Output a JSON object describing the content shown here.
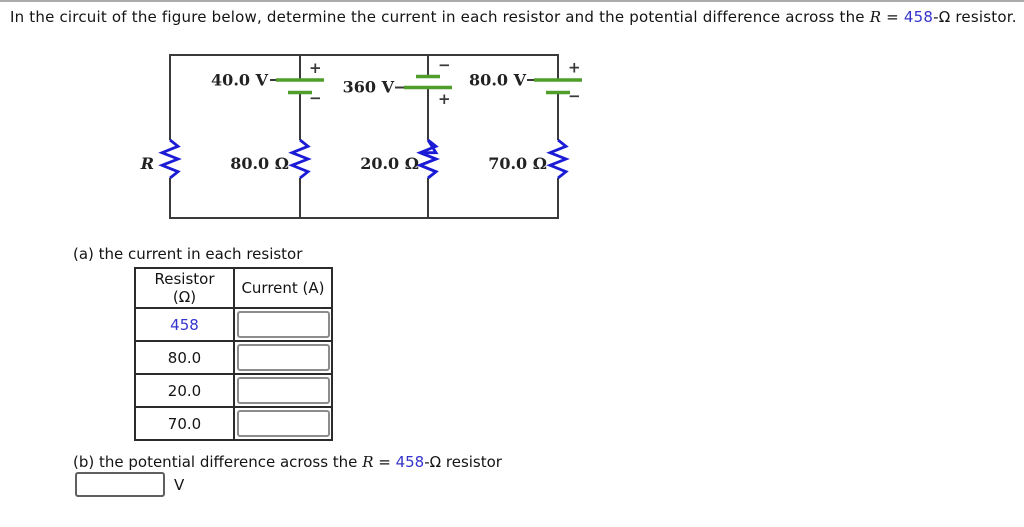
{
  "title": {
    "prefix": "In the circuit of the figure below, determine the current in each resistor and the potential difference across the ",
    "variable": "R",
    "equals": " = ",
    "resistance_value": "458",
    "suffix": "-Ω resistor."
  },
  "circuit": {
    "left_resistor_label": "R",
    "batteries": [
      {
        "label": "40.0 V",
        "top_sign": "+",
        "bottom_sign": "−"
      },
      {
        "label": "360 V",
        "top_sign": "−",
        "bottom_sign": "+"
      },
      {
        "label": "80.0 V",
        "top_sign": "+",
        "bottom_sign": "−"
      }
    ],
    "resistors": [
      {
        "label": "80.0 Ω"
      },
      {
        "label": "20.0 Ω"
      },
      {
        "label": "70.0 Ω"
      }
    ],
    "colors": {
      "wire": "#3a3a3a",
      "battery_plate": "#4f9e2a",
      "resistor": "#1b1bd6",
      "label": "#222222"
    }
  },
  "part_a": {
    "label": "(a) the current in each resistor",
    "table": {
      "headers": [
        "Resistor (Ω)",
        "Current (A)"
      ],
      "rows": [
        {
          "resistor": "458",
          "current": ""
        },
        {
          "resistor": "80.0",
          "current": ""
        },
        {
          "resistor": "20.0",
          "current": ""
        },
        {
          "resistor": "70.0",
          "current": ""
        }
      ]
    }
  },
  "part_b": {
    "prefix": "(b) the potential difference across the ",
    "variable": "R",
    "equals": " = ",
    "resistance_value": "458",
    "suffix": "-Ω resistor",
    "answer": "",
    "unit": "V"
  },
  "colors": {
    "accent_blue": "#3434cc",
    "top_rule": "#ababab"
  }
}
